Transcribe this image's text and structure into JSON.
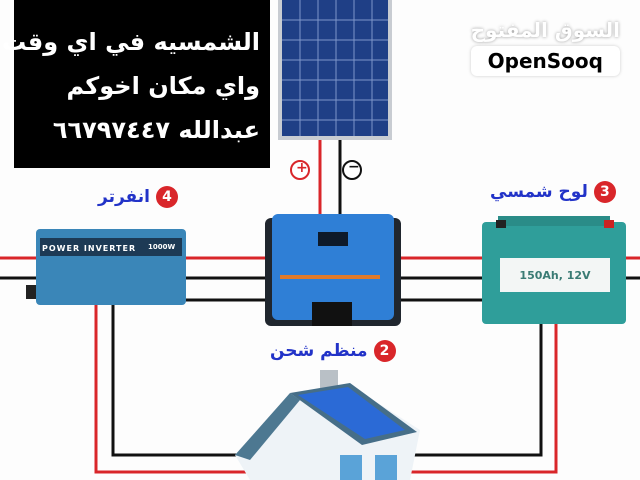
{
  "ad_text": {
    "lines": [
      "الشمسيه في اي وقت",
      "واي مكان اخوكم",
      "عبدالله ٦٦٧٩٧٤٤٧"
    ]
  },
  "brand": {
    "arabic": "السوق المفتوح",
    "english": "OpenSooq"
  },
  "components": [
    {
      "number": "2",
      "label": "منظم شحن"
    },
    {
      "number": "3",
      "label": "لوح شمسي"
    },
    {
      "number": "4",
      "label": "انفرتر"
    }
  ],
  "battery": {
    "rating": "150Ah, 12V"
  },
  "inverter": {
    "brand_text": "POWER INVERTER",
    "watt": "1000W"
  },
  "terminals": {
    "positive": "+",
    "negative": "−"
  },
  "colors": {
    "wire_positive": "#d9262a",
    "wire_negative": "#111111",
    "label_text": "#2233c8",
    "badge": "#d9262a",
    "battery": "#2f9e9a",
    "controller": "#2f7fd6",
    "inverter": "#3a86b8"
  }
}
